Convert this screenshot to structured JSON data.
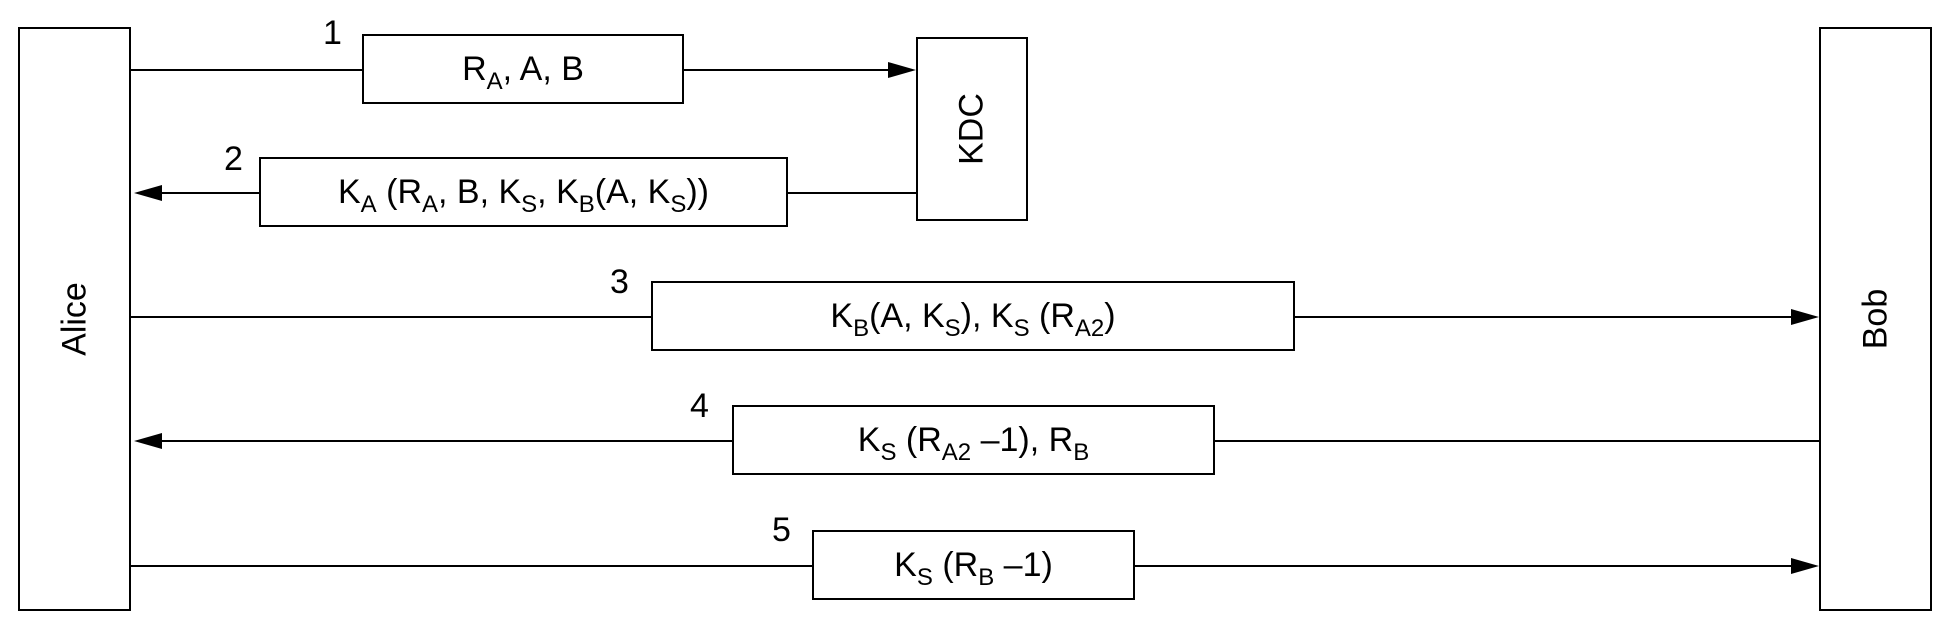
{
  "actors": {
    "alice": "Alice",
    "kdc": "KDC",
    "bob": "Bob"
  },
  "messages": [
    {
      "number": "1",
      "parts": [
        [
          "R",
          "A"
        ],
        [
          ", A, B",
          ""
        ]
      ]
    },
    {
      "number": "2",
      "parts": [
        [
          "K",
          "A"
        ],
        [
          " (R",
          "A"
        ],
        [
          ", B, K",
          "S"
        ],
        [
          ", K",
          "B"
        ],
        [
          "(A, K",
          "S"
        ],
        [
          "))",
          ""
        ]
      ]
    },
    {
      "number": "3",
      "parts": [
        [
          "K",
          "B"
        ],
        [
          "(A, K",
          "S"
        ],
        [
          "), K",
          "S"
        ],
        [
          " (R",
          "A2"
        ],
        [
          ")",
          ""
        ]
      ]
    },
    {
      "number": "4",
      "parts": [
        [
          "K",
          "S"
        ],
        [
          " (R",
          "A2"
        ],
        [
          " –1), R",
          "B"
        ]
      ]
    },
    {
      "number": "5",
      "parts": [
        [
          "K",
          "S"
        ],
        [
          " (R",
          "B"
        ],
        [
          " –1)",
          ""
        ]
      ]
    }
  ]
}
